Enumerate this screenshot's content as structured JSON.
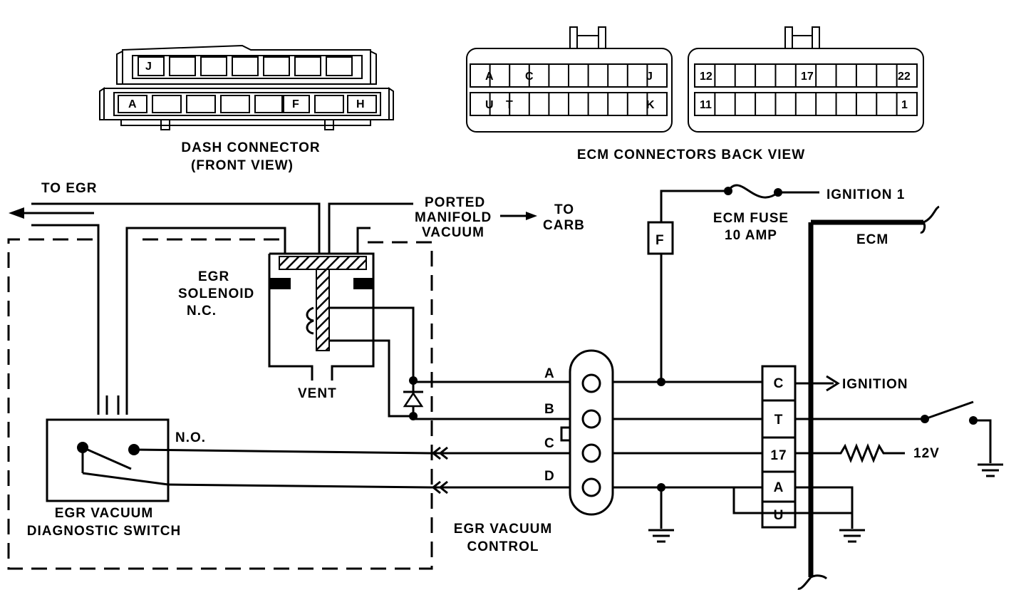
{
  "dash_connector": {
    "title": "DASH CONNECTOR",
    "subtitle": "(FRONT VIEW)",
    "top_row_label": "J",
    "bottom_row_labels": [
      "A",
      "F",
      "H"
    ]
  },
  "ecm_connectors": {
    "title": "ECM CONNECTORS BACK VIEW",
    "left": {
      "top_labels": [
        "A",
        "C",
        "J"
      ],
      "bottom_labels": [
        "U",
        "T",
        "K"
      ]
    },
    "right": {
      "top_labels": [
        "12",
        "17",
        "22"
      ],
      "bottom_labels": [
        "11",
        "1"
      ]
    }
  },
  "vacuum": {
    "to_egr": "TO EGR",
    "ported_line1": "PORTED",
    "ported_line2": "MANIFOLD",
    "ported_line3": "VACUUM",
    "to_carb_line1": "TO",
    "to_carb_line2": "CARB"
  },
  "solenoid": {
    "line1": "EGR",
    "line2": "SOLENOID",
    "line3": "N.C.",
    "vent": "VENT"
  },
  "switch": {
    "no_label": "N.O.",
    "line1": "EGR VACUUM",
    "line2": "DIAGNOSTIC SWITCH"
  },
  "egr_control": {
    "line1": "EGR VACUUM",
    "line2": "CONTROL"
  },
  "harness_wires": [
    "A",
    "B",
    "C",
    "D"
  ],
  "fuse": {
    "letter": "F",
    "line1": "ECM FUSE",
    "line2": "10 AMP",
    "ignition": "IGNITION 1"
  },
  "ecm": {
    "label": "ECM",
    "terminals": [
      "C",
      "T",
      "17",
      "A",
      "U"
    ],
    "ignition": "IGNITION",
    "voltage": "12V"
  }
}
